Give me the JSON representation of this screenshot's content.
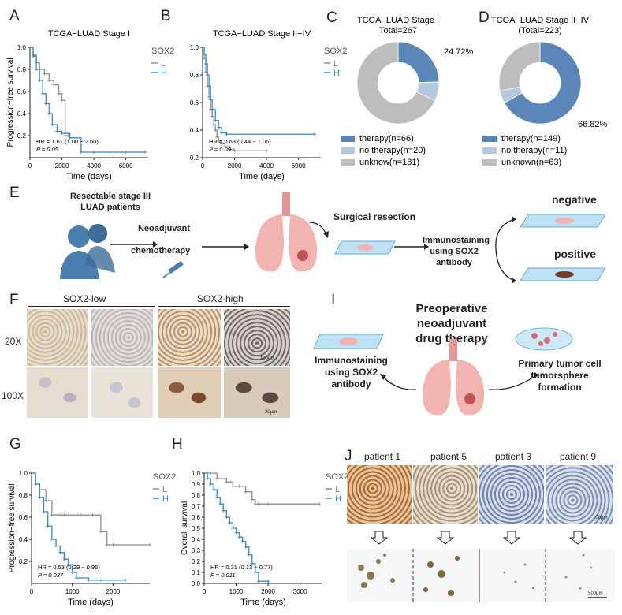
{
  "panels": {
    "A": "A",
    "B": "B",
    "C": "C",
    "D": "D",
    "E": "E",
    "F": "F",
    "G": "G",
    "H": "H",
    "I": "I",
    "J": "J"
  },
  "km": {
    "A": {
      "title": "TCGA−LUAD Stage I",
      "ylabel": "Progression−free survival",
      "xlabel": "Time (days)",
      "xticks": [
        "0",
        "2000",
        "4000",
        "6000"
      ],
      "yticks": [
        "0.2",
        "0.4",
        "0.6",
        "0.8",
        "1.0"
      ],
      "hr": "HR = 1.61 (1.00 − 2.60)",
      "p": "P = 0.05",
      "legend_title": "SOX2",
      "legend": [
        "L",
        "H"
      ],
      "chart_data": {
        "type": "line",
        "xlim": [
          0,
          7400
        ],
        "ylim": [
          0,
          1
        ],
        "series": [
          {
            "name": "L",
            "color": "#8c8c8c",
            "x": [
              0,
              200,
              400,
              600,
              900,
              1200,
              1500,
              1800,
              2000,
              2200,
              2400
            ],
            "y": [
              1.0,
              0.93,
              0.86,
              0.8,
              0.76,
              0.7,
              0.66,
              0.58,
              0.52,
              0.2,
              0.2
            ]
          },
          {
            "name": "H",
            "color": "#3b88c4",
            "x": [
              0,
              200,
              400,
              600,
              800,
              1000,
              1200,
              1400,
              1700,
              2000,
              2500,
              3200,
              4000,
              5000,
              6000,
              7200
            ],
            "y": [
              1.0,
              0.92,
              0.8,
              0.7,
              0.58,
              0.49,
              0.4,
              0.3,
              0.24,
              0.22,
              0.18,
              0.05,
              0.05,
              0.05,
              0.05,
              0.05
            ]
          }
        ]
      }
    },
    "B": {
      "title": "TCGA−LUAD Stage II−IV",
      "ylabel": "",
      "xlabel": "Time (days)",
      "xticks": [
        "0",
        "2000",
        "4000",
        "6000"
      ],
      "yticks": [
        "0.2",
        "0.4",
        "0.6",
        "0.8",
        "1.0"
      ],
      "hr": "HR = 0.69 (0.44 − 1.06)",
      "p": "P = 0.09",
      "legend_title": "SOX2",
      "legend": [
        "L",
        "H"
      ],
      "chart_data": {
        "type": "line",
        "xlim": [
          0,
          7400
        ],
        "ylim": [
          0.2,
          1
        ],
        "series": [
          {
            "name": "L",
            "color": "#8c8c8c",
            "x": [
              0,
              100,
              200,
              300,
              400,
              500,
              600,
              700,
              800,
              900,
              1000,
              1200,
              1400,
              1700,
              2000,
              4000
            ],
            "y": [
              1.0,
              0.92,
              0.82,
              0.72,
              0.64,
              0.55,
              0.5,
              0.44,
              0.4,
              0.35,
              0.32,
              0.3,
              0.28,
              0.26,
              0.25,
              0.25
            ]
          },
          {
            "name": "H",
            "color": "#3b88c4",
            "x": [
              0,
              100,
              200,
              300,
              400,
              500,
              600,
              800,
              1000,
              1200,
              1500,
              7000
            ],
            "y": [
              1.0,
              0.95,
              0.88,
              0.8,
              0.72,
              0.62,
              0.55,
              0.47,
              0.42,
              0.38,
              0.37,
              0.37
            ]
          }
        ]
      }
    },
    "G": {
      "title": "",
      "ylabel": "Progression−free survival",
      "xlabel": "Time (days)",
      "xticks": [
        "0",
        "1000",
        "2000"
      ],
      "yticks": [
        "0.2",
        "0.4",
        "0.6",
        "0.8",
        "1.0"
      ],
      "hr": "HR = 0.53 (0.29 − 0.96)",
      "p": "P = 0.037",
      "legend_title": "SOX2",
      "legend": [
        "L",
        "H"
      ],
      "chart_data": {
        "type": "line",
        "xlim": [
          0,
          2900
        ],
        "ylim": [
          0,
          1
        ],
        "series": [
          {
            "name": "L",
            "color": "#8c8c8c",
            "x": [
              0,
              100,
              200,
              350,
              500,
              650,
              800,
              1200,
              1500,
              1700,
              1850,
              2000,
              2900
            ],
            "y": [
              1.0,
              0.9,
              0.85,
              0.75,
              0.62,
              0.62,
              0.62,
              0.62,
              0.62,
              0.47,
              0.35,
              0.35,
              0.35
            ]
          },
          {
            "name": "H",
            "color": "#3b88c4",
            "x": [
              0,
              100,
              200,
              300,
              400,
              500,
              600,
              700,
              800,
              900,
              1000,
              1100,
              1400,
              1700,
              2300
            ],
            "y": [
              1.0,
              0.9,
              0.78,
              0.65,
              0.52,
              0.4,
              0.34,
              0.28,
              0.22,
              0.17,
              0.1,
              0.05,
              0.03,
              0.03,
              0.03
            ]
          }
        ]
      }
    },
    "H": {
      "title": "",
      "ylabel": "Overall survival",
      "xlabel": "Time (days)",
      "xticks": [
        "0",
        "1000",
        "2000",
        "3000"
      ],
      "yticks": [
        "0.0",
        "0.1",
        "0.2",
        "0.3",
        "0.4",
        "0.5",
        "0.6",
        "0.7",
        "0.8",
        "0.9",
        "1.0"
      ],
      "hr": "HR = 0.31 (0.13 − 0.77)",
      "p": "P = 0.011",
      "legend_title": "SOX2",
      "legend": [
        "L",
        "H"
      ],
      "chart_data": {
        "type": "line",
        "xlim": [
          0,
          3700
        ],
        "ylim": [
          0,
          1
        ],
        "series": [
          {
            "name": "L",
            "color": "#8c8c8c",
            "x": [
              0,
              200,
              400,
              700,
              900,
              1100,
              1300,
              1500,
              1600,
              1700,
              2000,
              3600
            ],
            "y": [
              1.0,
              1.0,
              0.95,
              0.92,
              0.88,
              0.88,
              0.83,
              0.76,
              0.72,
              0.72,
              0.72,
              0.72
            ]
          },
          {
            "name": "H",
            "color": "#3b88c4",
            "x": [
              0,
              100,
              200,
              300,
              400,
              500,
              600,
              700,
              800,
              900,
              1000,
              1100,
              1200,
              1300,
              1400,
              1500,
              1600,
              1700,
              2000
            ],
            "y": [
              1.0,
              0.95,
              0.9,
              0.85,
              0.78,
              0.72,
              0.66,
              0.6,
              0.55,
              0.5,
              0.46,
              0.42,
              0.38,
              0.33,
              0.26,
              0.18,
              0.1,
              0.02,
              0.02
            ]
          }
        ]
      }
    }
  },
  "donut": {
    "C": {
      "title": "TCGA−LUAD Stage I",
      "subtitle": "Total=267",
      "callout": "24.72%",
      "legend": [
        "therapy(n=66)",
        "no therapy(n=20)",
        "unknow(n=181)"
      ],
      "chart_data": {
        "type": "pie",
        "values": [
          66,
          20,
          181
        ],
        "colors": [
          "#5a86b8",
          "#b3c9e0",
          "#bdbdbd"
        ]
      }
    },
    "D": {
      "title": "TCGA−LUAD Stage II−IV",
      "subtitle": "(Total=223)",
      "callout": "66.82%",
      "legend": [
        "therapy(n=149)",
        "no therapy(n=11)",
        "unknown(n=63)"
      ],
      "chart_data": {
        "type": "pie",
        "values": [
          149,
          11,
          63
        ],
        "colors": [
          "#5a86b8",
          "#b3c9e0",
          "#bdbdbd"
        ]
      }
    }
  },
  "schematic_e": {
    "patients": "Resectable stage III\nLUAD patients",
    "neo": "Neoadjuvant",
    "chemo": "chemotherapy",
    "surgical": "Surgical resection",
    "immuno": "Immunostaining\nusing SOX2\nantibody",
    "negative": "negative",
    "positive": "positive"
  },
  "panel_f": {
    "low": "SOX2-low",
    "high": "SOX2-high",
    "mag20": "20X",
    "mag100": "100X",
    "scale1": "100μm",
    "scale2": "30μm"
  },
  "schematic_i": {
    "pre": "Preoperative\nneoadjuvant\ndrug therapy",
    "immuno": "Immunostaining\nusing SOX2\nantibody",
    "primary": "Primary tumor cell\ntumorsphere\nformation"
  },
  "panel_j": {
    "patients": [
      "patient 1",
      "patient 5",
      "patient 3",
      "patient 9"
    ],
    "scale1": "100μm",
    "scale2": "500μm"
  }
}
